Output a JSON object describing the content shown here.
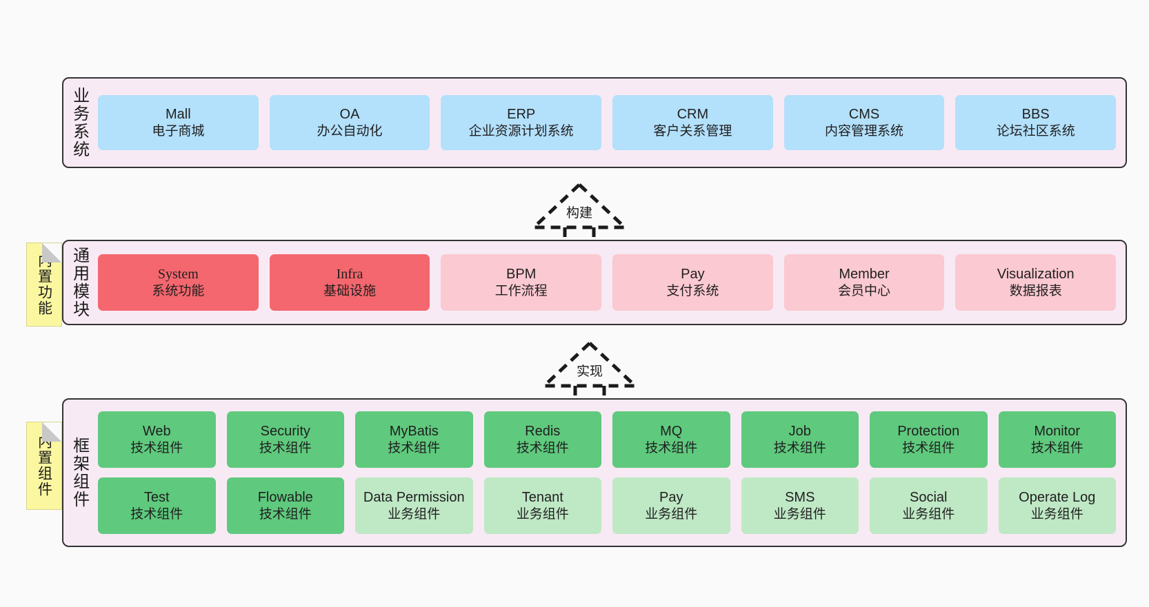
{
  "diagram": {
    "background": "#fafafa",
    "layer_fill": "#f7eaf4",
    "layer_border": "#333333",
    "note_fill": "#fbf7a0",
    "colors": {
      "business": "#b3e0fb",
      "module_core": "#f4676e",
      "module_normal": "#fbc9d1",
      "framework_tech": "#5fc97d",
      "framework_business": "#bfe8c5"
    }
  },
  "layers": [
    {
      "id": "business",
      "title": "业务系统",
      "rows": [
        [
          {
            "en": "Mall",
            "cn": "电子商城",
            "style": "c-blue"
          },
          {
            "en": "OA",
            "cn": "办公自动化",
            "style": "c-blue"
          },
          {
            "en": "ERP",
            "cn": "企业资源计划系统",
            "style": "c-blue"
          },
          {
            "en": "CRM",
            "cn": "客户关系管理",
            "style": "c-blue"
          },
          {
            "en": "CMS",
            "cn": "内容管理系统",
            "style": "c-blue"
          },
          {
            "en": "BBS",
            "cn": "论坛社区系统",
            "style": "c-blue"
          }
        ]
      ]
    },
    {
      "id": "common",
      "title": "通用模块",
      "note": "内置功能",
      "rows": [
        [
          {
            "en": "System",
            "cn": "系统功能",
            "style": "c-red"
          },
          {
            "en": "Infra",
            "cn": "基础设施",
            "style": "c-red"
          },
          {
            "en": "BPM",
            "cn": "工作流程",
            "style": "c-pink"
          },
          {
            "en": "Pay",
            "cn": "支付系统",
            "style": "c-pink"
          },
          {
            "en": "Member",
            "cn": "会员中心",
            "style": "c-pink"
          },
          {
            "en": "Visualization",
            "cn": "数据报表",
            "style": "c-pink"
          }
        ]
      ]
    },
    {
      "id": "frame",
      "title": "框架组件",
      "note": "内置组件",
      "rows": [
        [
          {
            "en": "Web",
            "cn": "技术组件",
            "style": "c-green"
          },
          {
            "en": "Security",
            "cn": "技术组件",
            "style": "c-green"
          },
          {
            "en": "MyBatis",
            "cn": "技术组件",
            "style": "c-green"
          },
          {
            "en": "Redis",
            "cn": "技术组件",
            "style": "c-green"
          },
          {
            "en": "MQ",
            "cn": "技术组件",
            "style": "c-green"
          },
          {
            "en": "Job",
            "cn": "技术组件",
            "style": "c-green"
          },
          {
            "en": "Protection",
            "cn": "技术组件",
            "style": "c-green"
          },
          {
            "en": "Monitor",
            "cn": "技术组件",
            "style": "c-green"
          }
        ],
        [
          {
            "en": "Test",
            "cn": "技术组件",
            "style": "c-green"
          },
          {
            "en": "Flowable",
            "cn": "技术组件",
            "style": "c-green"
          },
          {
            "en": "Data Permission",
            "cn": "业务组件",
            "style": "c-greenlight"
          },
          {
            "en": "Tenant",
            "cn": "业务组件",
            "style": "c-greenlight"
          },
          {
            "en": "Pay",
            "cn": "业务组件",
            "style": "c-greenlight"
          },
          {
            "en": "SMS",
            "cn": "业务组件",
            "style": "c-greenlight"
          },
          {
            "en": "Social",
            "cn": "业务组件",
            "style": "c-greenlight"
          },
          {
            "en": "Operate Log",
            "cn": "业务组件",
            "style": "c-greenlight"
          }
        ]
      ]
    }
  ],
  "connectors": [
    {
      "id": "build",
      "label": "构建"
    },
    {
      "id": "implement",
      "label": "实现"
    }
  ]
}
